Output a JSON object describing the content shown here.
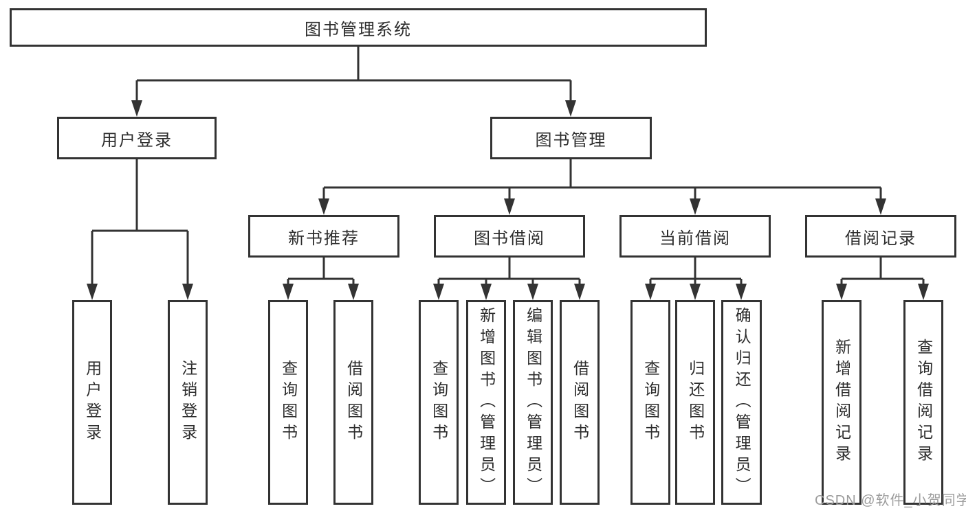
{
  "nodes": {
    "root": "图书管理系统",
    "user_login": "用户登录",
    "book_management": "图书管理",
    "new_book_recommend": "新书推荐",
    "book_borrowing": "图书借阅",
    "current_borrowing": "当前借阅",
    "borrowing_records": "借阅记录"
  },
  "leaves": {
    "ul_user_login": "用户登录",
    "ul_logout": "注销登录",
    "nb_query_books": "查询图书",
    "nb_borrow_books": "借阅图书",
    "bb_query_books": "查询图书",
    "bb_add_books": "新增图书（管理员）",
    "bb_edit_books": "编辑图书（管理员）",
    "bb_borrow_books": "借阅图书",
    "cb_query_books": "查询图书",
    "cb_return_books": "归还图书",
    "cb_confirm_return": "确认归还（管理员）",
    "br_add_record": "新增借阅记录",
    "br_query_record": "查询借阅记录"
  },
  "watermark": "CSDN @软件_小贺同学",
  "colors": {
    "line": "#333333",
    "text": "#2d2d2d",
    "watermark": "#9c9c9c",
    "background": "#ffffff"
  }
}
